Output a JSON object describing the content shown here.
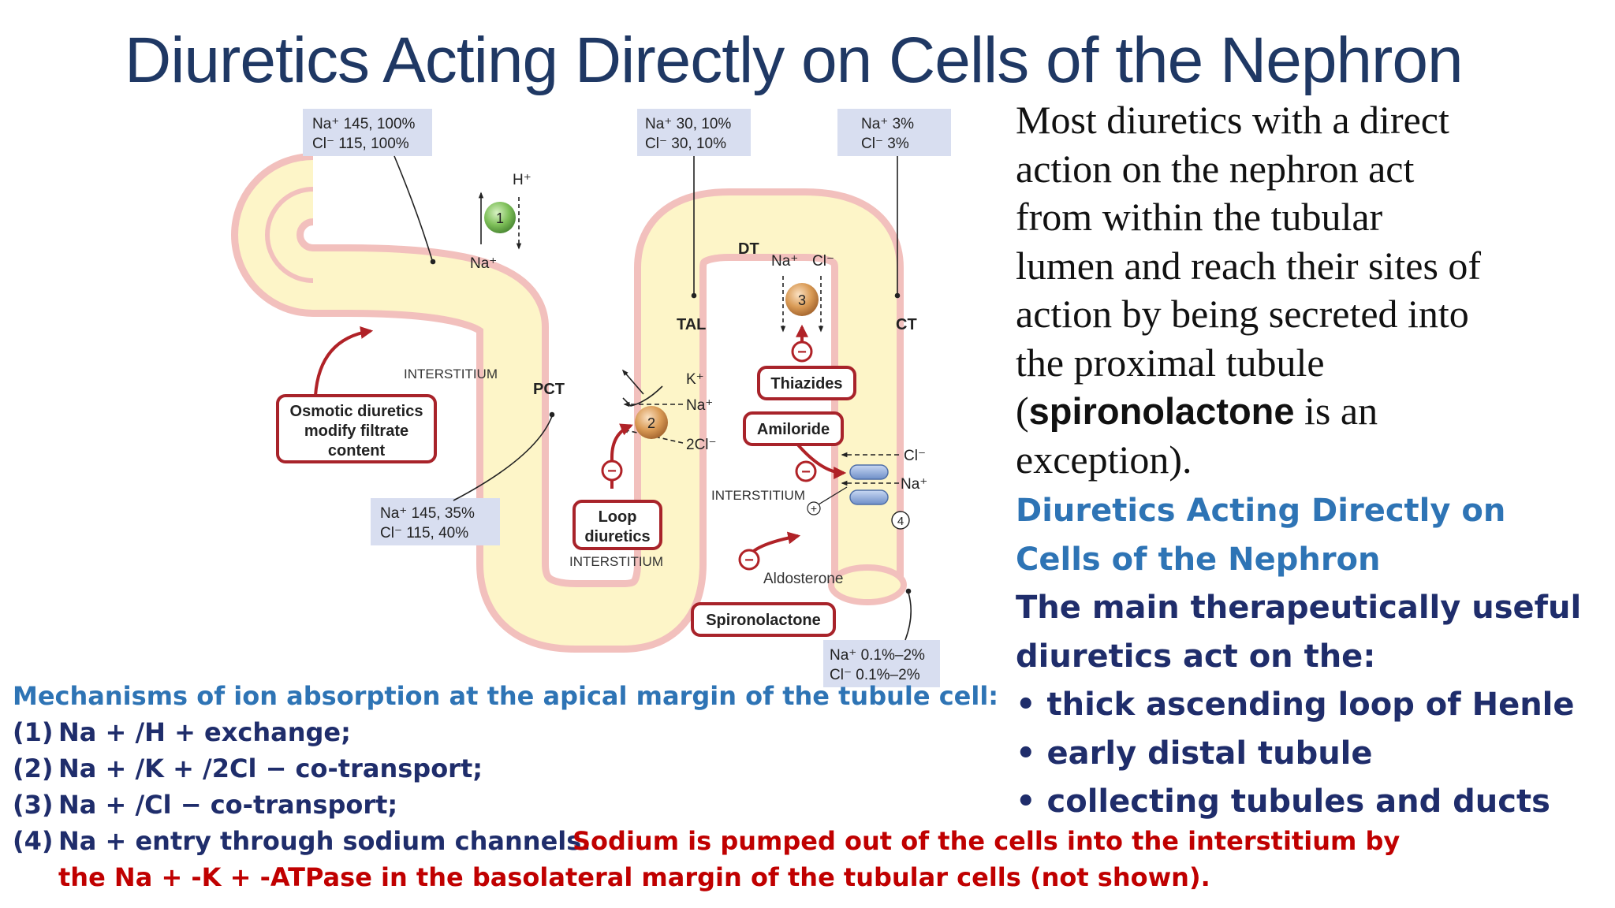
{
  "slide": {
    "title": "Diuretics Acting Directly on Cells of the Nephron"
  },
  "diagram": {
    "conc_boxes": {
      "glomerulus": {
        "na": "Na⁺  145, 100%",
        "cl": "Cl⁻   115, 100%"
      },
      "pct": {
        "na": "Na⁺  145, 35%",
        "cl": "Cl⁻   115, 40%"
      },
      "tal": {
        "na": "Na⁺  30, 10%",
        "cl": "Cl⁻   30, 10%"
      },
      "ct_top": {
        "na": "Na⁺  3%",
        "cl": "Cl⁻   3%"
      },
      "ct_bottom": {
        "na": "Na⁺  0.1%–2%",
        "cl": "Cl⁻   0.1%–2%"
      }
    },
    "segments": {
      "pct": "PCT",
      "tal": "TAL",
      "dt": "DT",
      "ct": "CT"
    },
    "interstitium": "INTERSTITIUM",
    "ions": {
      "h_plus": "H⁺",
      "na_plus": "Na⁺",
      "k_plus": "K⁺",
      "two_cl": "2Cl⁻",
      "cl_minus": "Cl⁻"
    },
    "transporter_numbers": [
      "1",
      "2",
      "3",
      "4"
    ],
    "drug_boxes": {
      "osmotic": [
        "Osmotic diuretics",
        "modify filtrate",
        "content"
      ],
      "loop": [
        "Loop",
        "diuretics"
      ],
      "thiazides": "Thiazides",
      "amiloride": "Amiloride",
      "spironolactone": "Spironolactone"
    },
    "aldosterone": "Aldosterone",
    "symbols": {
      "minus": "−",
      "plus": "+"
    },
    "colors": {
      "tubule_fill": "#fdf5c8",
      "tubule_wall": "#f2c0bd",
      "conc_box": "#d8def0",
      "drug_border": "#a8232a",
      "green_sphere": "#7fc05a",
      "orange_sphere": "#d99a55",
      "channel": "#7f9fd4"
    }
  },
  "right_text": {
    "paragraph_lines": [
      "Most diuretics with a direct",
      "action on the nephron act",
      "from within the tubular",
      "lumen and reach their sites of",
      "action by being secreted into",
      "the proximal tubule"
    ],
    "paren_open": "(",
    "bold_word": "spironolactone",
    "after_bold": " is an",
    "last_line": "exception).",
    "blue_heading_lines": [
      "Diuretics Acting Directly on",
      "Cells of the Nephron"
    ],
    "main_lines": [
      "The main therapeutically useful",
      "diuretics act on the:"
    ],
    "bullets": [
      "thick ascending loop of Henle",
      "early distal tubule",
      "collecting tubules and ducts"
    ],
    "bullet_char": "•"
  },
  "bottom_left": {
    "heading": "Mechanisms of ion absorption at the apical margin of the tubule cell:",
    "items": [
      {
        "num": "(1)",
        "text": "Na + /H + exchange;"
      },
      {
        "num": "(2)",
        "text": "Na + /K + /2Cl − co-transport;"
      },
      {
        "num": "(3)",
        "text": "Na + /Cl − co-transport;"
      },
      {
        "num": "(4)",
        "text": "Na + entry through sodium channels."
      }
    ],
    "note_line1": "Sodium is pumped out of the cells into the interstitium by",
    "note_line2": "the Na + -K + -ATPase in the basolateral margin of the tubular cells (not shown)."
  }
}
